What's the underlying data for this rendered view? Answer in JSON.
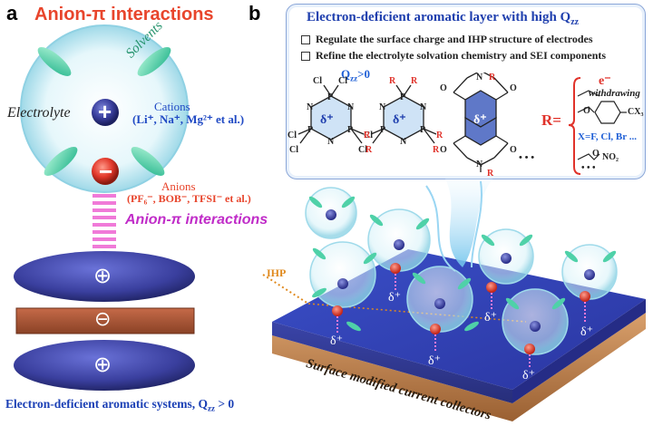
{
  "panel_a": {
    "letter": "a",
    "title": "Anion-π interactions",
    "solvents": "Solvents",
    "electrolyte": "Electrolyte",
    "cations_title": "Cations",
    "cations_list": "(Li⁺, Na⁺, Mg²⁺ et al.)",
    "anions_title": "Anions",
    "anions_list": "(PF₆⁻, BOB⁻, TFSI⁻ et al.)",
    "interaction_label": "Anion-π interactions",
    "plus": "+",
    "minus": "−",
    "plate_plus": "⊕",
    "plate_minus": "⊖",
    "caption": "Electron-deficient aromatic systems, Q",
    "caption_sub": "zz",
    "caption_tail": " > 0",
    "colors": {
      "title": "#e8452c",
      "cation_text": "#1f49c4",
      "anion_text": "#e8452c",
      "interaction": "#c02cc8",
      "caption": "#1a3fb5"
    }
  },
  "panel_b": {
    "letter": "b",
    "box_title": "Electron-deficient aromatic layer with high Q",
    "box_title_sub": "zz",
    "bullets": [
      "Regulate the surface charge and IHP structure of electrodes",
      "Refine the electrolyte solvation chemistry and SEI components"
    ],
    "qzz": "Q",
    "qzz_sub": "zz",
    "qzz_tail": ">0",
    "delta": "δ⁺",
    "r_equals": "R=",
    "e_minus": "e⁻",
    "withdrawing": "withdrawing",
    "cx3": "CX₃",
    "x_list": "X=F, Cl, Br ...",
    "no2": "NO₂",
    "ellipsis": "• • •",
    "ihp": "IHP",
    "collector": "Surface modified current collectors",
    "colors": {
      "box_border": "#8aa6d8",
      "box_title": "#1f3fae",
      "r_label": "#e0322a",
      "blue_label": "#1f5fd6",
      "ihp": "#e08a1e"
    }
  }
}
